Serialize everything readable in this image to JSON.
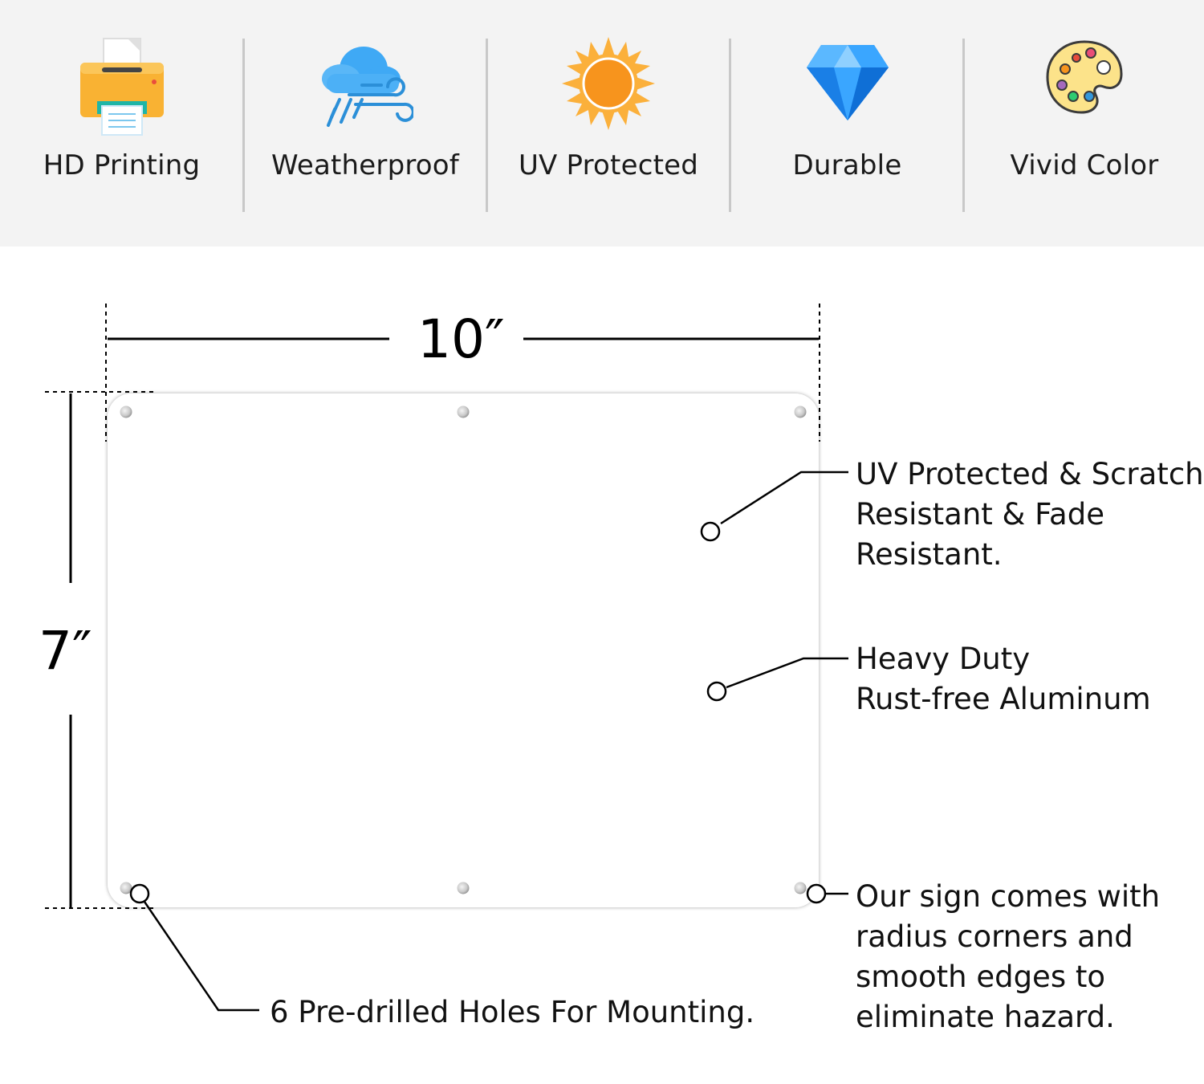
{
  "features": [
    {
      "label": "HD Printing",
      "icon": "printer-icon"
    },
    {
      "label": "Weatherproof",
      "icon": "weather-icon"
    },
    {
      "label": "UV Protected",
      "icon": "sun-icon"
    },
    {
      "label": "Durable",
      "icon": "diamond-icon"
    },
    {
      "label": "Vivid Color",
      "icon": "palette-icon"
    }
  ],
  "dimensions": {
    "width": "10″",
    "height": "7″"
  },
  "callouts": {
    "uv": [
      "UV Protected & Scratch",
      "Resistant & Fade",
      "Resistant."
    ],
    "aluminum": [
      "Heavy Duty",
      "Rust-free Aluminum"
    ],
    "corners": [
      "Our sign comes with",
      "radius corners and",
      "smooth edges to",
      "eliminate hazard."
    ],
    "holes": "6 Pre-drilled Holes For Mounting."
  },
  "colors": {
    "feature_band": "#f3f3f3",
    "sun": "#f7941d",
    "diamond": "#1e90ff",
    "printer": "#f9b233"
  }
}
